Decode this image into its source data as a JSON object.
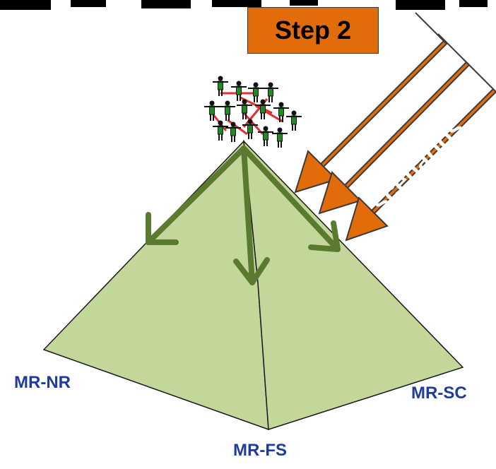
{
  "colors": {
    "pyramid_fill": "#c4d79b",
    "arrow_green": "#5a7a30",
    "scenario_orange": "#e36c0a",
    "label_blue": "#1f3b9e",
    "people_green": "#1e8c1e",
    "network_red": "#e03030"
  },
  "step_label": "Step 2",
  "scenario_label": "scenarios",
  "vertices": {
    "left": "MR-NR",
    "front": "MR-FS",
    "right": "MR-SC"
  },
  "icons": {
    "people": "people-network-icon",
    "scenario_arrows": "scenario-arrows-icon"
  }
}
